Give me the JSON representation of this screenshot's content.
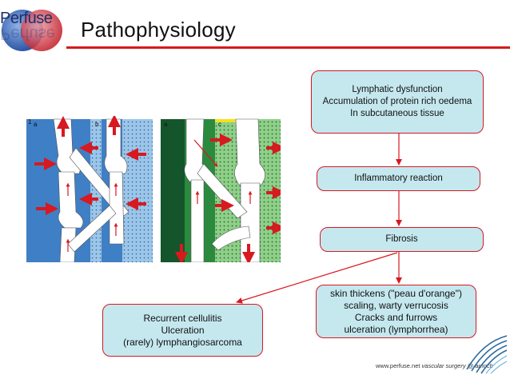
{
  "header": {
    "logo_text": "Perfuse",
    "title": "Pathophysiology"
  },
  "diagram": {
    "box1": {
      "lines": [
        "Lymphatic dysfunction",
        "Accumulation of protein rich oedema",
        "In subcutaneous tissue"
      ]
    },
    "box2": {
      "lines": [
        "Inflammatory reaction"
      ]
    },
    "box3": {
      "lines": [
        "Fibrosis"
      ]
    },
    "box4": {
      "lines": [
        "skin thickens (\"peau d'orange\")",
        "scaling, warty verrucosis",
        "Cracks and furrows",
        "ulceration (lymphorrhea)"
      ]
    },
    "box5": {
      "lines": [
        "Recurrent cellulitis",
        "Ulceration",
        "(rarely) lymphangiosarcoma"
      ]
    }
  },
  "illustration": {
    "panel_labels": [
      "1",
      "a",
      "b",
      "a",
      "c"
    ]
  },
  "footer": {
    "site": "www.perfuse.net",
    "credit": "vascular surgery @ amnch"
  },
  "colors": {
    "accent_red": "#d71920",
    "box_fill": "#c5e8ef"
  }
}
